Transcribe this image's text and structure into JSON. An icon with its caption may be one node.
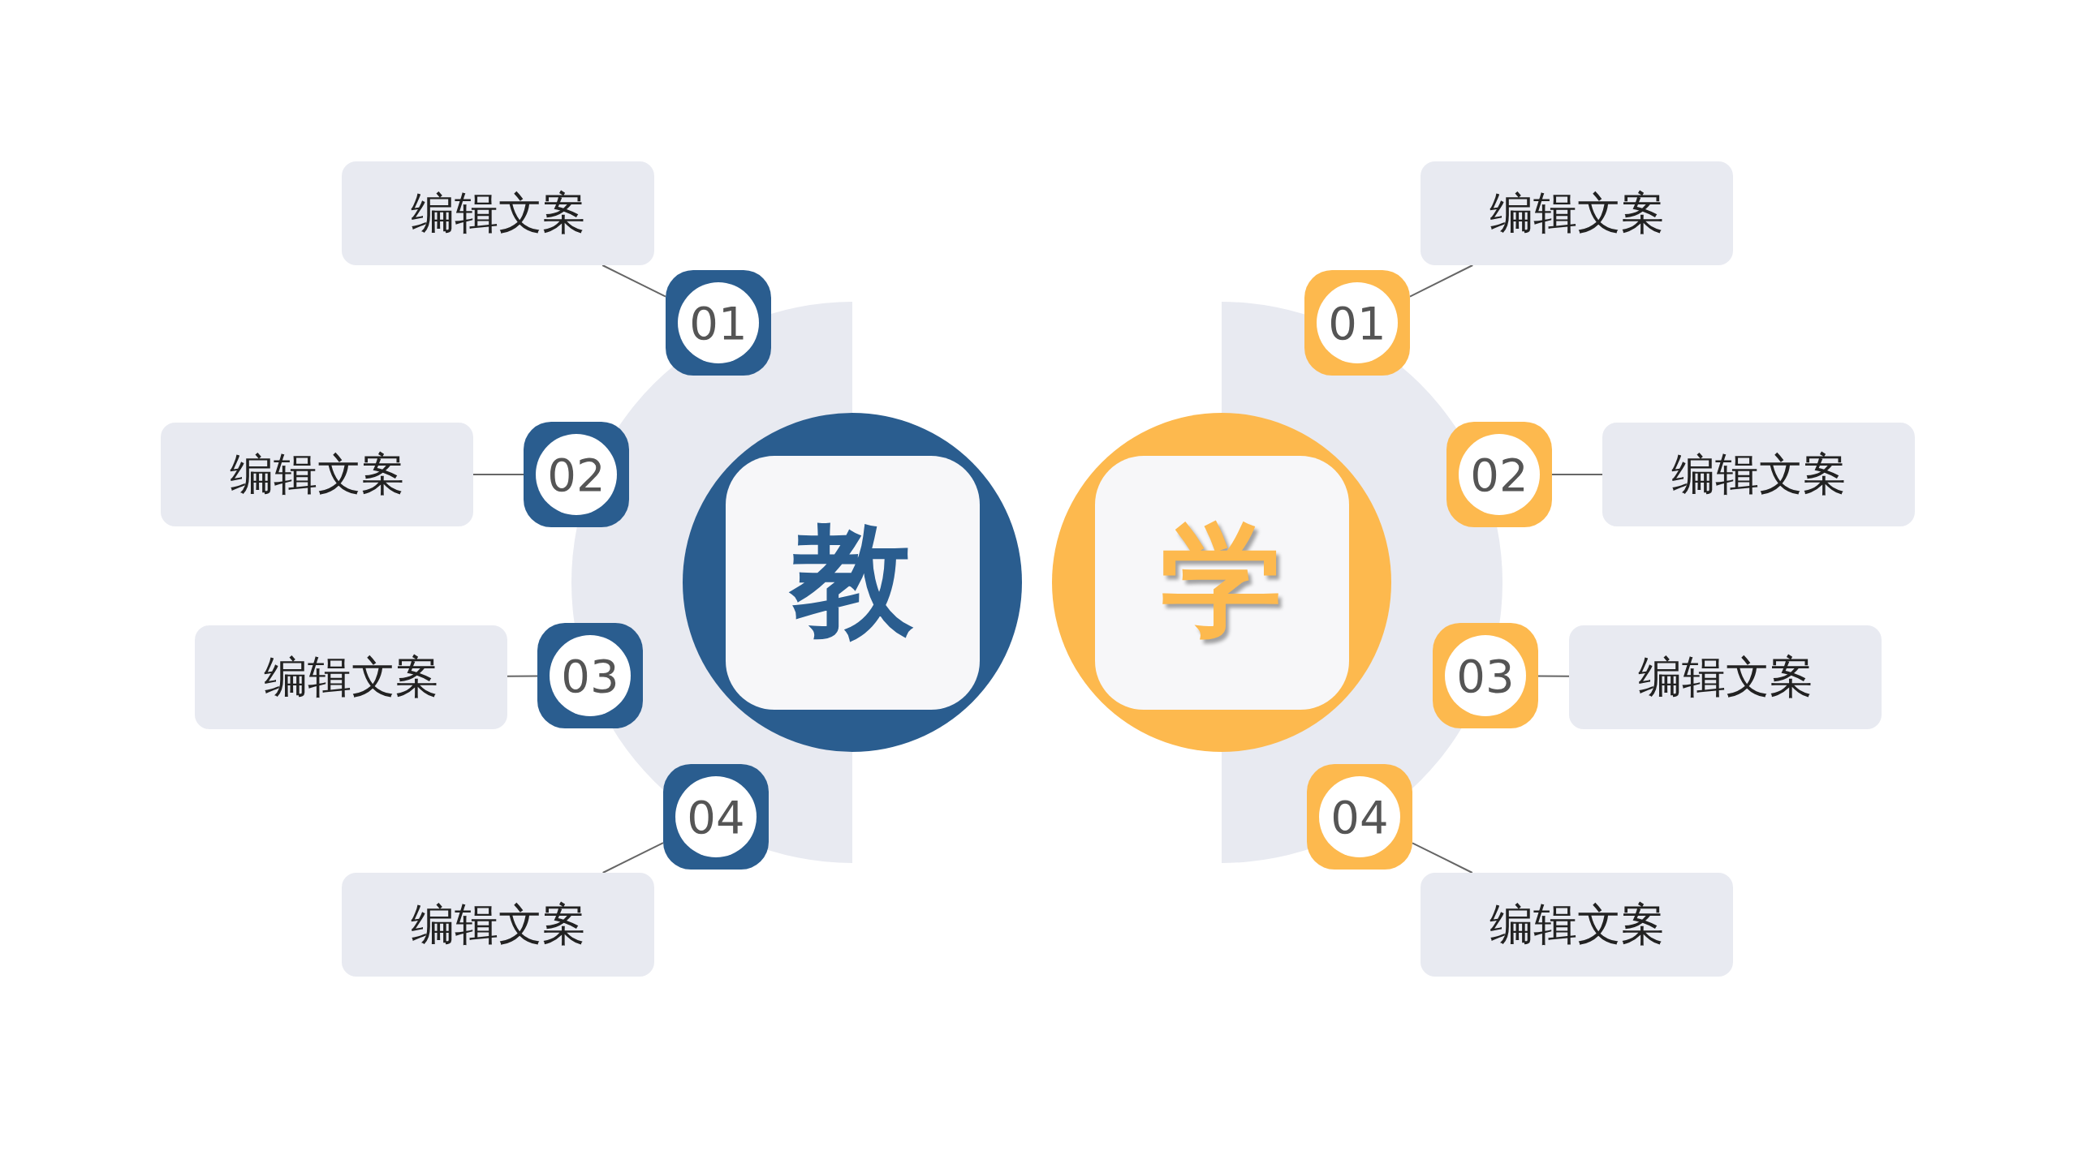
{
  "diagram": {
    "nodes": [
      {
        "text": [
          "教"
        ]
      },
      {
        "text": [
          "编辑文案"
        ]
      },
      {
        "text": [
          "01"
        ]
      },
      {
        "text": [
          "编辑文案"
        ]
      },
      {
        "text": [
          "02"
        ]
      },
      {
        "text": [
          "编辑文案"
        ]
      },
      {
        "text": [
          "03"
        ]
      },
      {
        "text": [
          "编辑文案"
        ]
      },
      {
        "text": [
          "04"
        ]
      },
      {
        "text": [
          "学"
        ]
      },
      {
        "text": [
          "编辑文案"
        ]
      },
      {
        "text": [
          "01"
        ]
      },
      {
        "text": [
          "编辑文案"
        ]
      },
      {
        "text": [
          "02"
        ]
      },
      {
        "text": [
          "编辑文案"
        ]
      },
      {
        "text": [
          "03"
        ]
      },
      {
        "text": [
          "编辑文案"
        ]
      },
      {
        "text": [
          "04"
        ]
      }
    ],
    "edges": [
      {
        "from": 2,
        "to": 1,
        "arrow": "none"
      },
      {
        "from": 4,
        "to": 3,
        "arrow": "none"
      },
      {
        "from": 6,
        "to": 5,
        "arrow": "none"
      },
      {
        "from": 8,
        "to": 7,
        "arrow": "none"
      },
      {
        "from": 11,
        "to": 10,
        "arrow": "none"
      },
      {
        "from": 13,
        "to": 12,
        "arrow": "none"
      },
      {
        "from": 15,
        "to": 14,
        "arrow": "none"
      },
      {
        "from": 17,
        "to": 16,
        "arrow": "none"
      }
    ]
  }
}
